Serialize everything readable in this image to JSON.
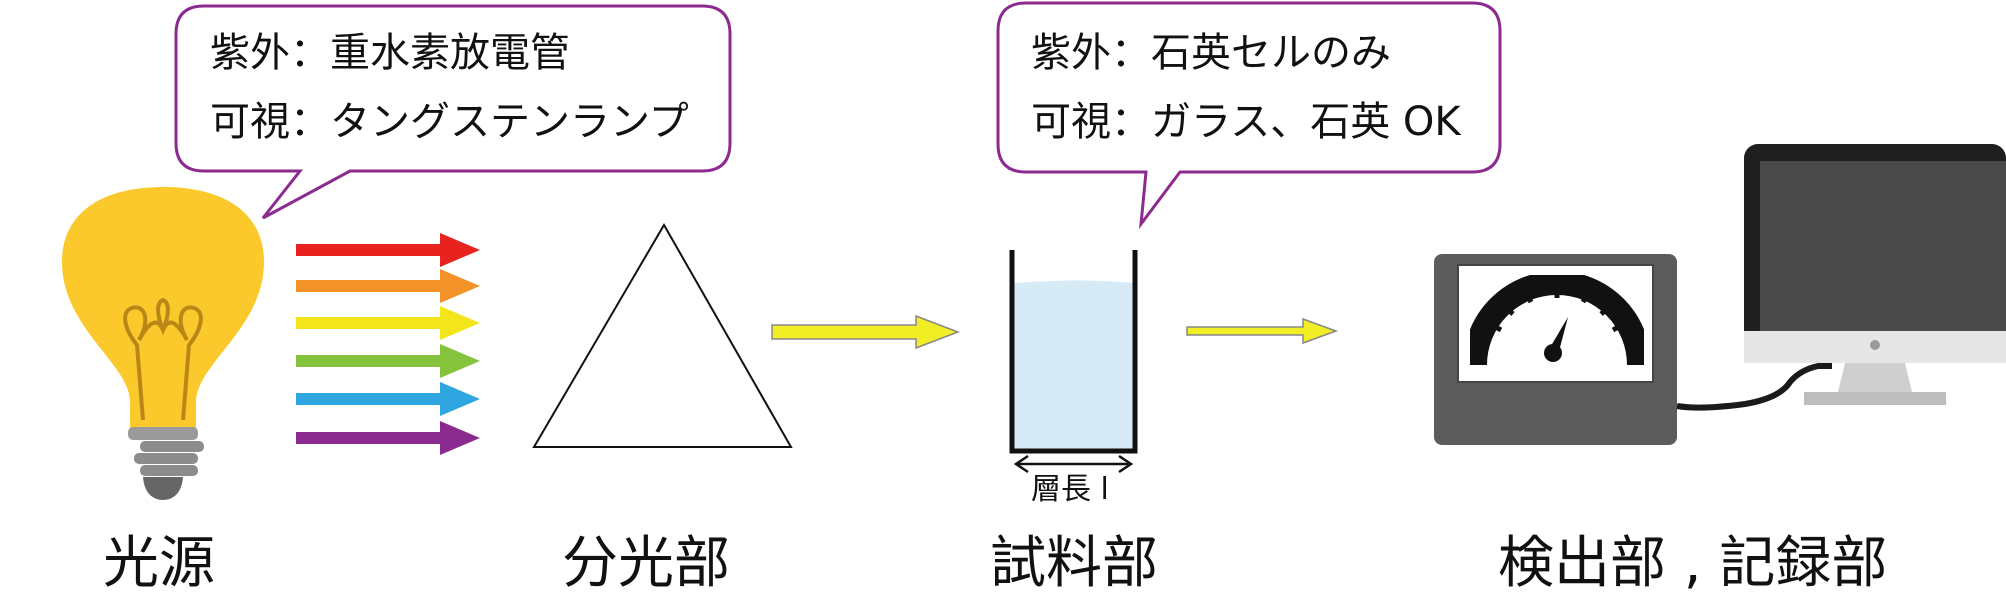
{
  "callouts": {
    "light_source": {
      "line1": "紫外：重水素放電管",
      "line2": "可視：タングステンランプ"
    },
    "sample": {
      "line1": "紫外：石英セルのみ",
      "line2": "可視：ガラス、石英 OK"
    }
  },
  "sections": {
    "light_source": "光源",
    "monochromator": "分光部",
    "sample": "試料部",
    "detector_recorder": "検出部 , 記録部"
  },
  "cell": {
    "path_length_label": "層長 l"
  },
  "spectrum_colors": [
    "#e8231f",
    "#f4922a",
    "#f2e51a",
    "#85c33d",
    "#2fa6e0",
    "#8c2b8f"
  ],
  "colors": {
    "callout_border": "#8c2b8f",
    "beam": "#f2ee26",
    "bulb": "#fbc92b",
    "liquid": "#d6ebf5"
  },
  "icons": [
    "light-bulb-icon",
    "prism-icon",
    "cuvette-icon",
    "meter-icon",
    "computer-monitor-icon"
  ]
}
